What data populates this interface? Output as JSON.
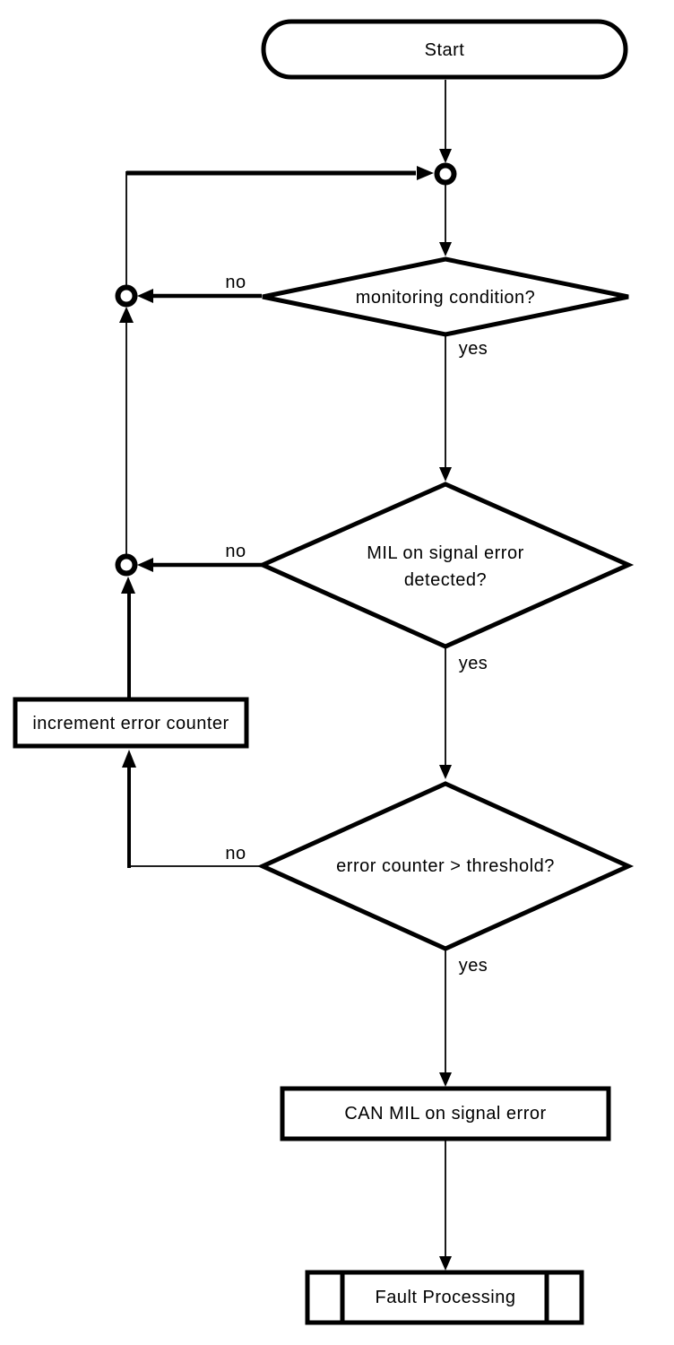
{
  "diagram": {
    "type": "flowchart",
    "colors": {
      "stroke": "#000000",
      "fill": "#ffffff"
    },
    "nodes": {
      "start": {
        "label": "Start",
        "shape": "terminator"
      },
      "monitoring": {
        "label": "monitoring condition?",
        "shape": "decision"
      },
      "mil_detected": {
        "label_line1": "MIL on signal error",
        "label_line2": "detected?",
        "shape": "decision"
      },
      "increment": {
        "label": "increment error counter",
        "shape": "process"
      },
      "threshold": {
        "label": "error counter > threshold?",
        "shape": "decision"
      },
      "can_mil": {
        "label": "CAN MIL on signal error",
        "shape": "process"
      },
      "fault": {
        "label": "Fault Processing",
        "shape": "predefined-process"
      }
    },
    "edge_labels": {
      "no1": "no",
      "yes1": "yes",
      "no2": "no",
      "yes2": "yes",
      "no3": "no",
      "yes3": "yes"
    }
  }
}
